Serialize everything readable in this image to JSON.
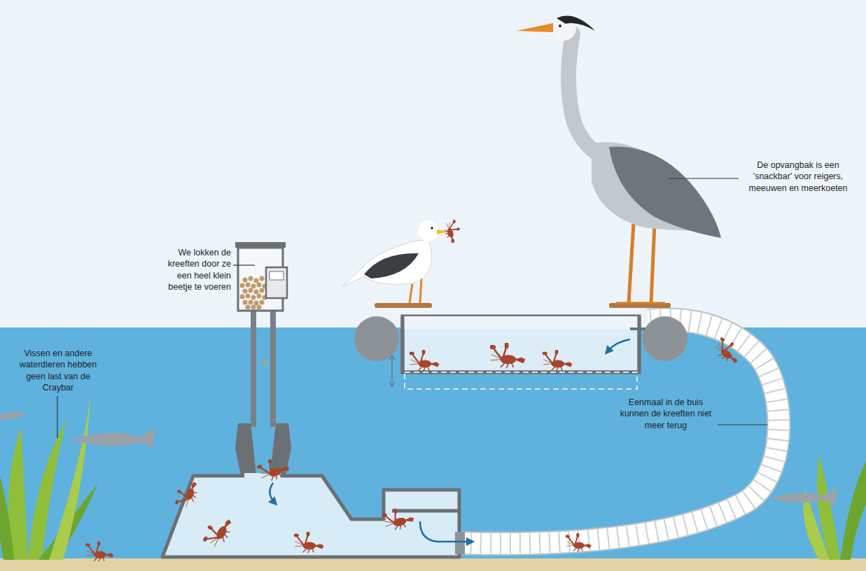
{
  "diagram": {
    "labels": [
      "We lokken de kreeften door ze een heel klein beetje te voeren",
      "Vissen en andere waterdieren hebben geen last van de Craybar",
      "De opvangbak is een 'snackbar' voor reigers, meeuwen en meerkoeten",
      "Eenmaal in de buis kunnen de kreeften niet meer terug"
    ]
  }
}
